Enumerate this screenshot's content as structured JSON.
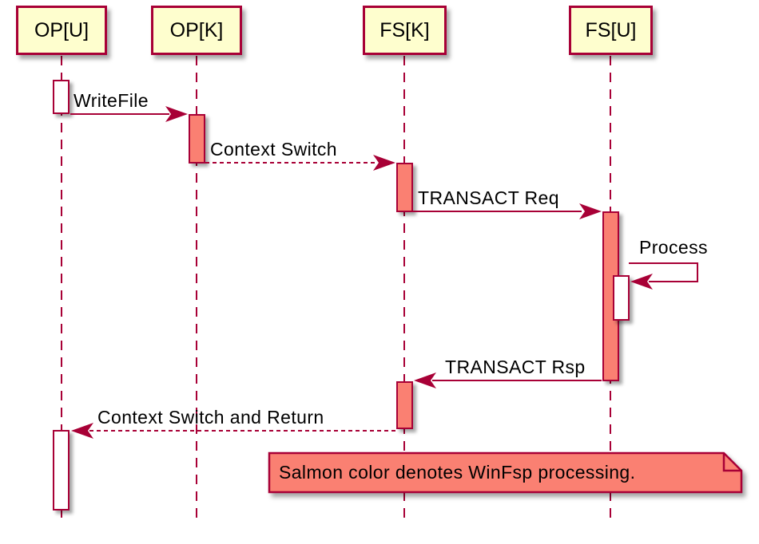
{
  "diagram": {
    "kind": "sequence-diagram",
    "tool_style": "plantuml"
  },
  "participants": [
    {
      "name": "OP[U]"
    },
    {
      "name": "OP[K]"
    },
    {
      "name": "FS[K]"
    },
    {
      "name": "FS[U]"
    }
  ],
  "messages": [
    {
      "label": "WriteFile",
      "from": "OP[U]",
      "to": "OP[K]",
      "line": "solid"
    },
    {
      "label": "Context Switch",
      "from": "OP[K]",
      "to": "FS[K]",
      "line": "dashed"
    },
    {
      "label": "TRANSACT Req",
      "from": "FS[K]",
      "to": "FS[U]",
      "line": "solid"
    },
    {
      "label": "Process",
      "from": "FS[U]",
      "to": "FS[U]",
      "line": "self"
    },
    {
      "label": "TRANSACT Rsp",
      "from": "FS[U]",
      "to": "FS[K]",
      "line": "solid"
    },
    {
      "label": "Context Switch and Return",
      "from": "FS[K]",
      "to": "OP[U]",
      "line": "dashed"
    }
  ],
  "note": {
    "text": "Salmon color denotes WinFsp processing."
  },
  "colors": {
    "participant_fill": "#FEFECE",
    "line": "#A80036",
    "salmon": "#FA8072",
    "activation_idle": "#FFFFFF",
    "text": "#000000",
    "background": "#FFFFFF"
  }
}
